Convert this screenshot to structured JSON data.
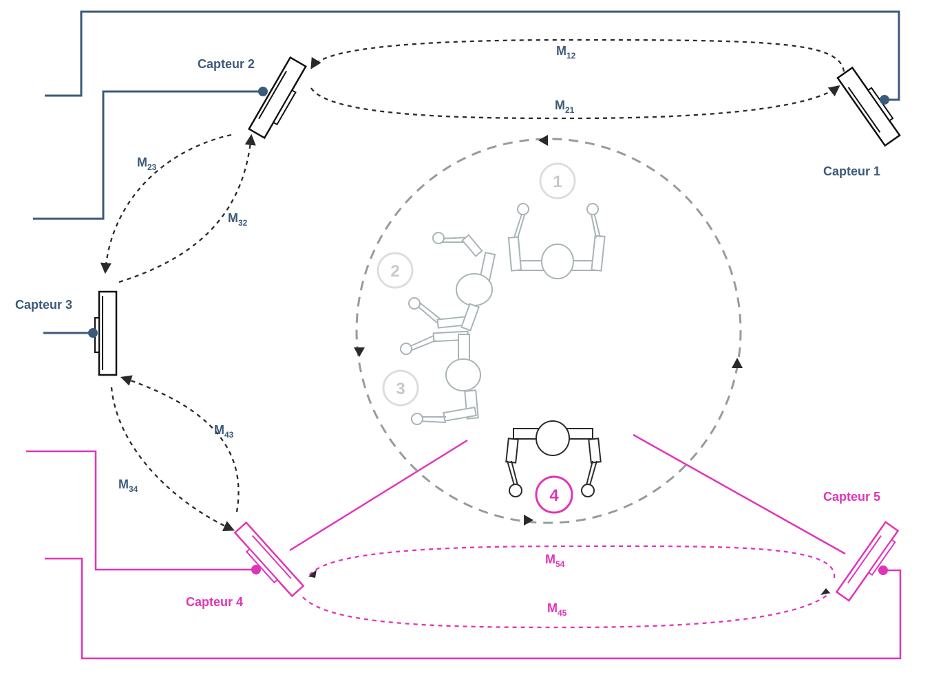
{
  "sensors": [
    {
      "id": "capteur-1",
      "label": "Capteur 1"
    },
    {
      "id": "capteur-2",
      "label": "Capteur 2"
    },
    {
      "id": "capteur-3",
      "label": "Capteur 3"
    },
    {
      "id": "capteur-4",
      "label": "Capteur 4"
    },
    {
      "id": "capteur-5",
      "label": "Capteur 5"
    }
  ],
  "measurements": [
    {
      "base": "M",
      "sub": "12"
    },
    {
      "base": "M",
      "sub": "21"
    },
    {
      "base": "M",
      "sub": "23"
    },
    {
      "base": "M",
      "sub": "32"
    },
    {
      "base": "M",
      "sub": "43"
    },
    {
      "base": "M",
      "sub": "34"
    },
    {
      "base": "M",
      "sub": "54"
    },
    {
      "base": "M",
      "sub": "45"
    }
  ],
  "positions": [
    "1",
    "2",
    "3",
    "4"
  ],
  "colors": {
    "blue_group": "#3c5a7a",
    "pink_group": "#e034b8",
    "robot_ghost": "#a8b4b6",
    "robot_active": "#2a2a2a",
    "path": "#9a9a9a"
  }
}
